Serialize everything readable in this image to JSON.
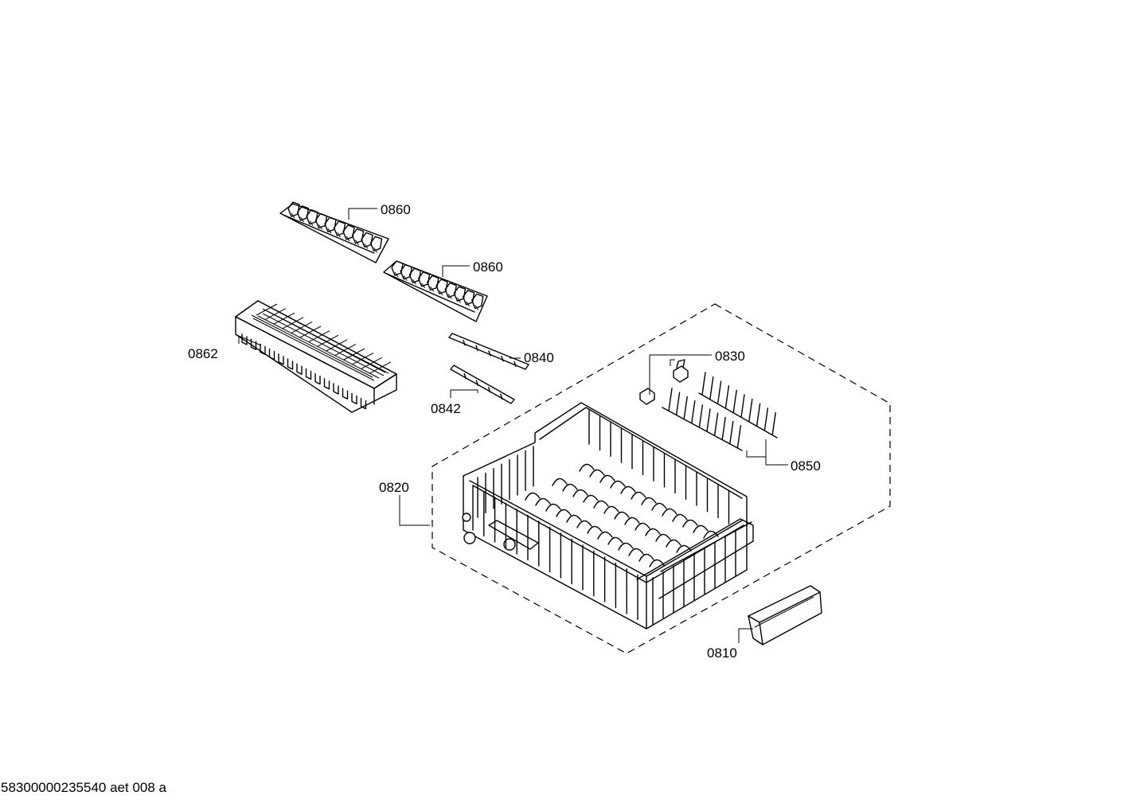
{
  "callouts": {
    "c0860a": "0860",
    "c0860b": "0860",
    "c0862": "0862",
    "c0840": "0840",
    "c0842": "0842",
    "c0830": "0830",
    "c0850": "0850",
    "c0820": "0820",
    "c0810": "0810"
  },
  "footer": "58300000235540 aet 008 a"
}
